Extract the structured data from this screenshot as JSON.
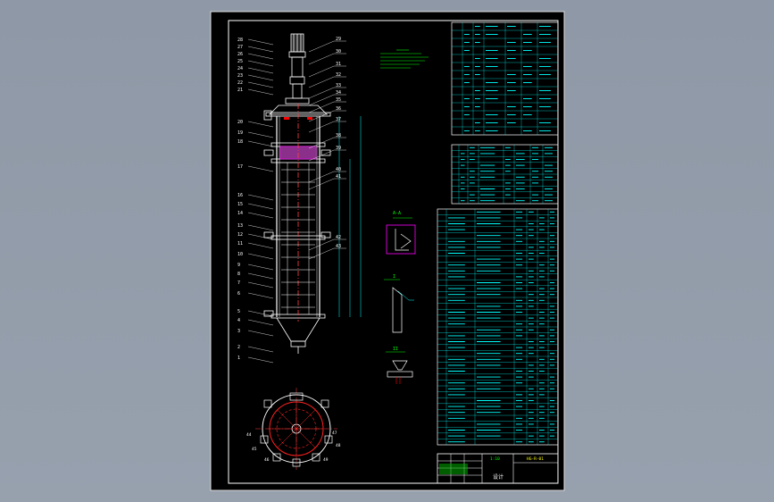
{
  "drawing": {
    "callouts_left": [
      "28",
      "27",
      "26",
      "25",
      "24",
      "23",
      "22",
      "21",
      "20",
      "19",
      "18",
      "17",
      "16",
      "15",
      "14",
      "13",
      "12",
      "11",
      "10",
      "9",
      "8",
      "7",
      "6",
      "5",
      "4",
      "3",
      "2",
      "1"
    ],
    "callouts_right": [
      "29",
      "30",
      "31",
      "32",
      "33",
      "34",
      "35",
      "36",
      "37",
      "38",
      "39",
      "40",
      "41",
      "42",
      "43"
    ],
    "section_a_label": "A-A",
    "section_b_label": "I",
    "section_c_label": "II",
    "plan_callouts": [
      "44",
      "45",
      "46",
      "47",
      "48",
      "49"
    ],
    "title_block_text": "设计",
    "title_block_scale": "1:10",
    "title_block_code": "HG-R-01"
  },
  "tables": {
    "tech_table_rows": 14,
    "nozzle_table_rows": 10,
    "parts_table_rows": 40
  },
  "colors": {
    "background": "#8f9aa9",
    "paper": "#000000",
    "frame": "#ffffff",
    "table": "#00ffff",
    "note": "#00ff00",
    "label": "#ffffff",
    "magenta": "#ff00ff",
    "red": "#ff0000",
    "yellow": "#ffff00"
  }
}
